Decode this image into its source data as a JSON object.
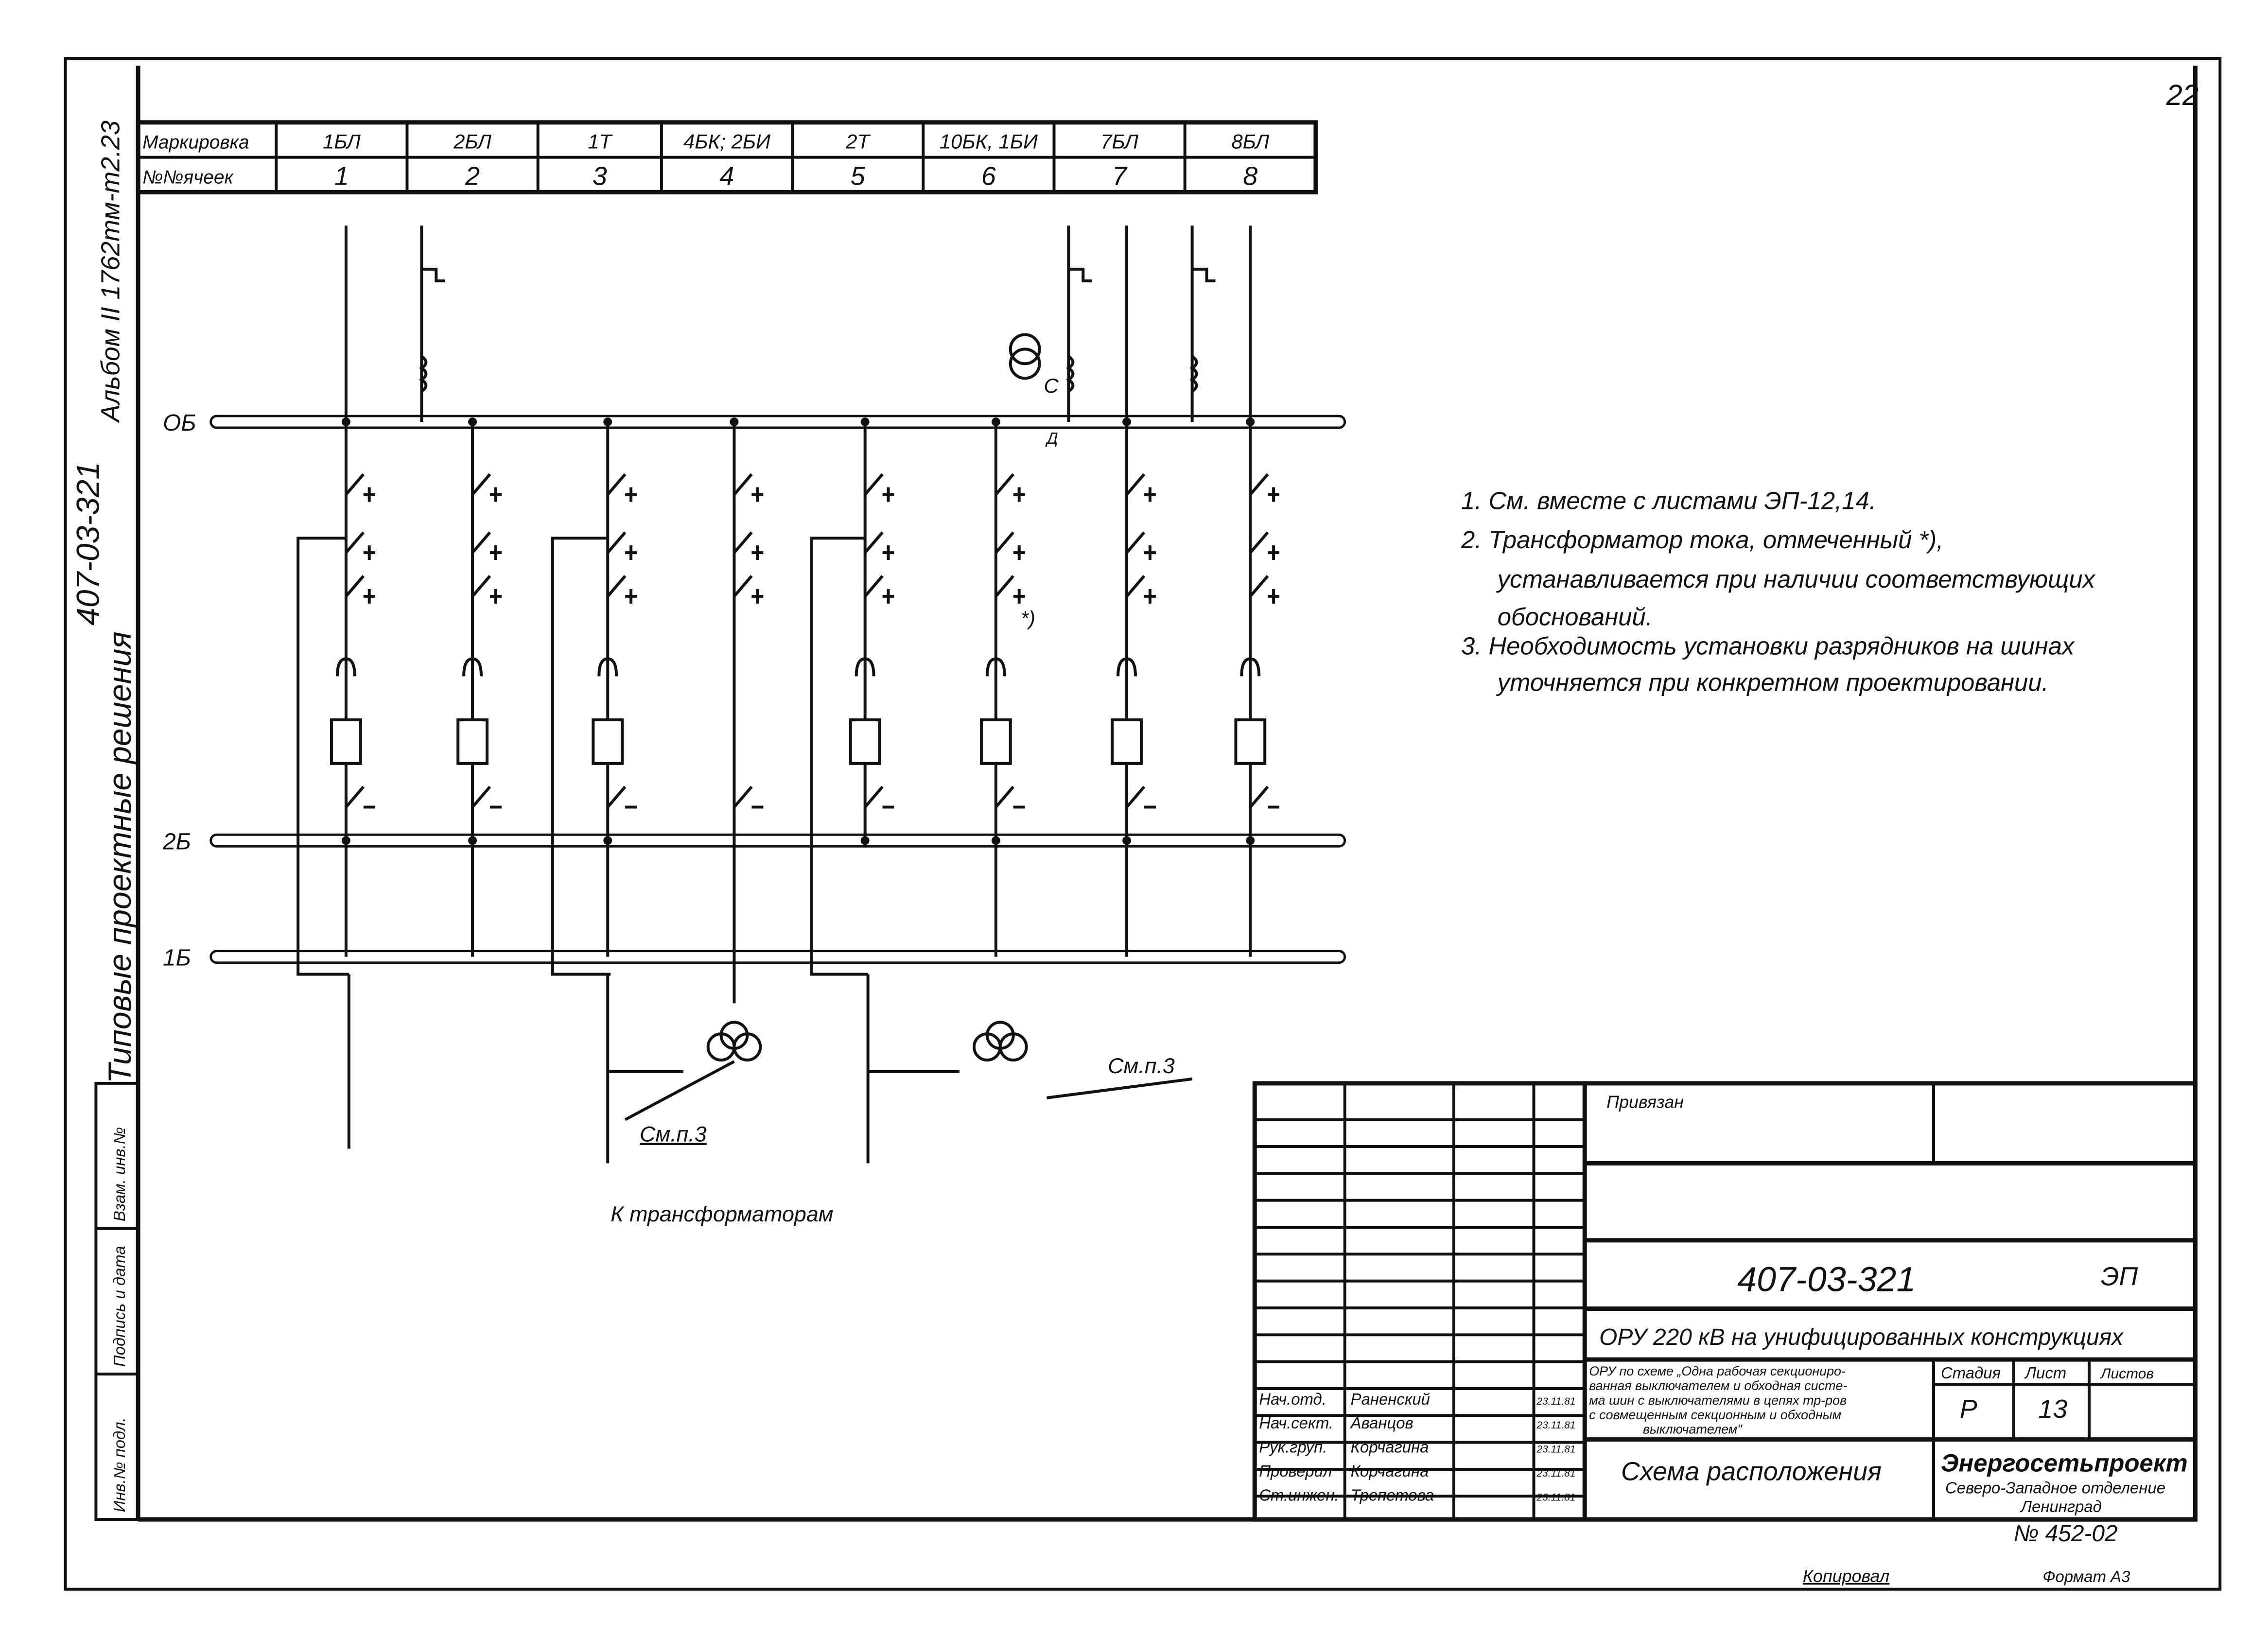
{
  "sheet_number": "22",
  "side_stamp": {
    "album_code": "Альбом II 1762тм-т2.23",
    "project_code": "407-03-321",
    "series_title": "Типовые проектные решения",
    "margin_fields": [
      "Инв.№ подл.",
      "Подпись и дата",
      "Взам. инв.№"
    ]
  },
  "cell_table": {
    "row1_header": "Маркировка",
    "row2_header": "№№ячеек",
    "markings": [
      "1БЛ",
      "2БЛ",
      "1Т",
      "4БК; 2БИ",
      "2Т",
      "10БК, 1БИ",
      "7БЛ",
      "8БЛ"
    ],
    "numbers": [
      "1",
      "2",
      "3",
      "4",
      "5",
      "6",
      "7",
      "8"
    ]
  },
  "buses": [
    "ОБ",
    "2Б",
    "1Б"
  ],
  "labels": {
    "capacitor_c": "С",
    "filter_d": "Д",
    "ct_mark": "*)",
    "see_note_left": "См.п.3",
    "see_note_right": "См.п.3",
    "to_transformers": "К трансформаторам"
  },
  "notes": [
    "1. См. вместе с листами ЭП-12,14.",
    "2. Трансформатор тока, отмеченный *),",
    "устанавливается при наличии соответствующих",
    "обоснований.",
    "3. Необходимость установки разрядников на шинах",
    "уточняется при конкретном проектировании."
  ],
  "title_block": {
    "bound_label": "Привязан",
    "doc_code": "407-03-321",
    "sheet_code": "ЭП",
    "project_title": "ОРУ 220 кВ на унифицированных конструкциях",
    "scheme_desc": [
      "ОРУ по схеме „Одна рабочая секциониро-",
      "ванная выключателем и обходная систе-",
      "ма шин с выключателями в цепях тр-ров",
      "с совмещенным секционным и обходным",
      "выключателем\""
    ],
    "stage_header": "Стадия",
    "sheet_header": "Лист",
    "sheets_header": "Листов",
    "stage": "Р",
    "sheet": "13",
    "drawing_title": "Схема расположения",
    "org": "Энергосетьпроект",
    "org_dept": "Северо-Западное отделение",
    "org_city": "Ленинград",
    "archive_no": "№ 452-02",
    "staff": [
      {
        "role": "Нач.отд.",
        "name": "Раненский",
        "date": "23.11.81"
      },
      {
        "role": "Нач.сект.",
        "name": "Аванцов",
        "date": "23.11.81"
      },
      {
        "role": "Рук.груп.",
        "name": "Корчагина",
        "date": "23.11.81"
      },
      {
        "role": "Проверил",
        "name": "Корчагина",
        "date": "23.11.81"
      },
      {
        "role": "Ст.инжен.",
        "name": "Трепетова",
        "date": "23.11.81"
      }
    ]
  },
  "footer": {
    "copied": "Копировал",
    "format": "Формат А3"
  }
}
